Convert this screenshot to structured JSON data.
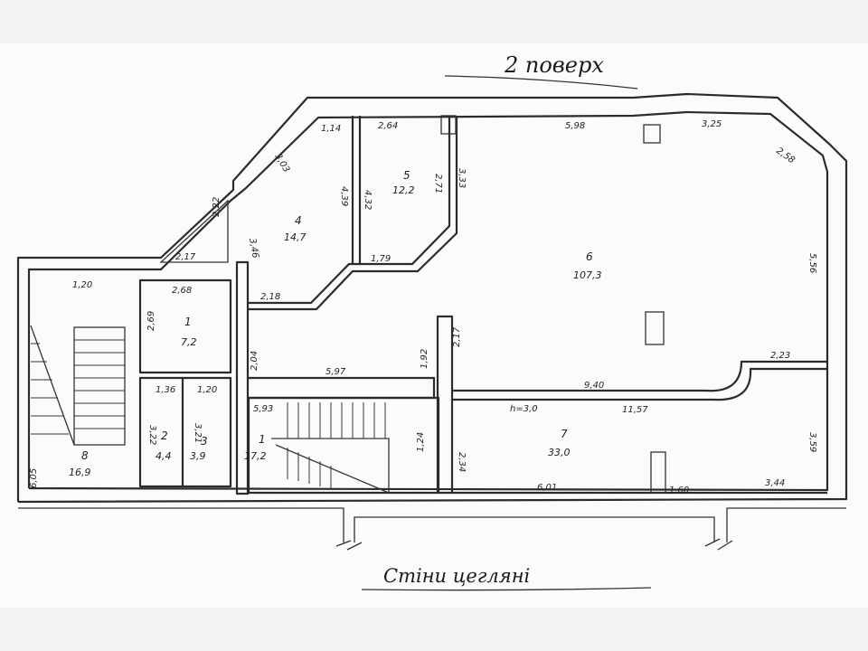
{
  "title": "2 поверх",
  "subtitle": "Стіни цегляні",
  "room_height": "h=3,0",
  "rooms": [
    {
      "id": "1a",
      "number": "1",
      "area": "7,2"
    },
    {
      "id": "2",
      "number": "2",
      "area": "4,4"
    },
    {
      "id": "3",
      "number": "3",
      "area": "3,9"
    },
    {
      "id": "1b",
      "number": "1",
      "area": "17,2"
    },
    {
      "id": "4",
      "number": "4",
      "area": "14,7"
    },
    {
      "id": "5",
      "number": "5",
      "area": "12,2"
    },
    {
      "id": "6",
      "number": "6",
      "area": "107,3"
    },
    {
      "id": "7",
      "number": "7",
      "area": "33,0"
    },
    {
      "id": "8",
      "number": "8",
      "area": "16,9"
    }
  ],
  "dimensions": [
    "1,14",
    "2,64",
    "5,98",
    "3,25",
    "2,58",
    "5,56",
    "2,23",
    "3,59",
    "3,44",
    "1,60",
    "6,01",
    "11,57",
    "9,40",
    "2,17",
    "1,92",
    "5,97",
    "2,04",
    "2,18",
    "1,79",
    "2,71",
    "3,33",
    "4,32",
    "4,39",
    "3,03",
    "3,46",
    "2,22",
    "2,17",
    "2,68",
    "1,20",
    "2,69",
    "1,36",
    "1,20",
    "3,22",
    "3,21",
    "5,93",
    "1,24",
    "2,34",
    "6,05"
  ]
}
